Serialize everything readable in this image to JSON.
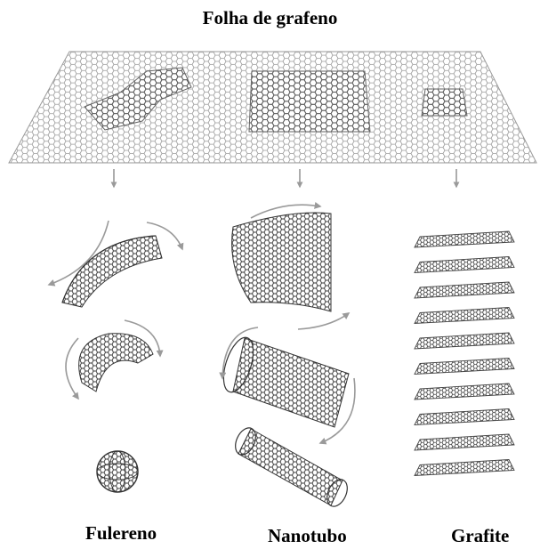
{
  "diagram": {
    "title": "Folha de grafeno",
    "labels": {
      "fullerene": "Fulereno",
      "nanotube": "Nanotubo",
      "graphite": "Grafite"
    },
    "colors": {
      "sheet_line": "#9a9a9a",
      "highlight_line": "#555555",
      "arrow": "#9a9a9a",
      "structure_line": "#3a3a3a"
    }
  }
}
